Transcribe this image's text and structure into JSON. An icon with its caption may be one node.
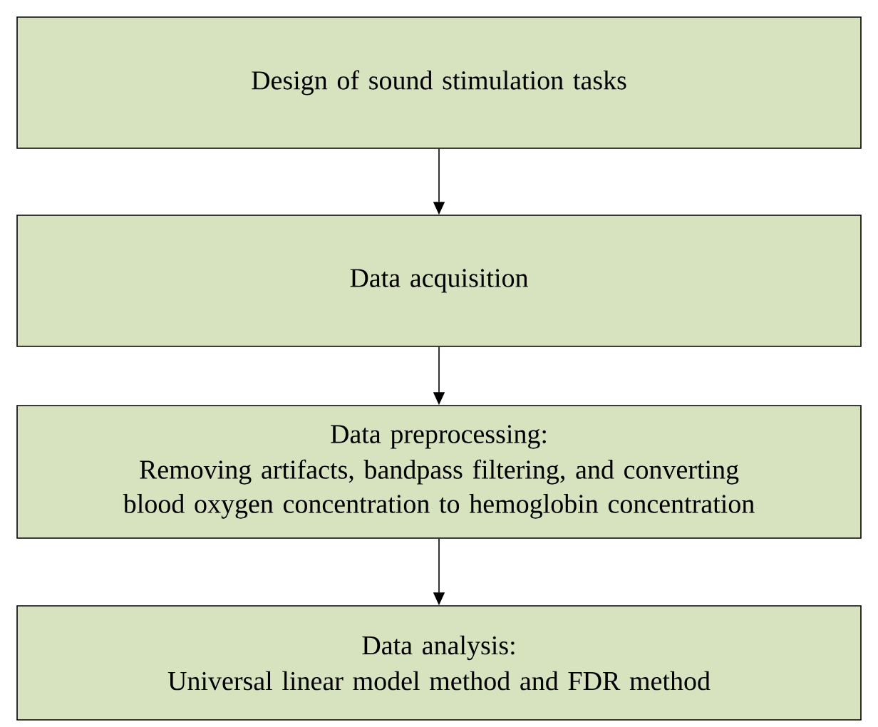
{
  "diagram": {
    "nodes": [
      {
        "text": [
          "Design of sound stimulation tasks"
        ]
      },
      {
        "text": [
          "Data acquisition"
        ]
      },
      {
        "text": [
          "Data preprocessing:",
          "Removing artifacts, bandpass filtering, and converting blood oxygen concentration to hemoglobin concentration"
        ]
      },
      {
        "text": [
          "Data analysis:",
          "Universal linear model method and FDR method"
        ]
      }
    ],
    "edges": [
      {
        "from": 0,
        "to": 1,
        "arrow": "to"
      },
      {
        "from": 1,
        "to": 2,
        "arrow": "to"
      },
      {
        "from": 2,
        "to": 3,
        "arrow": "to"
      }
    ]
  }
}
